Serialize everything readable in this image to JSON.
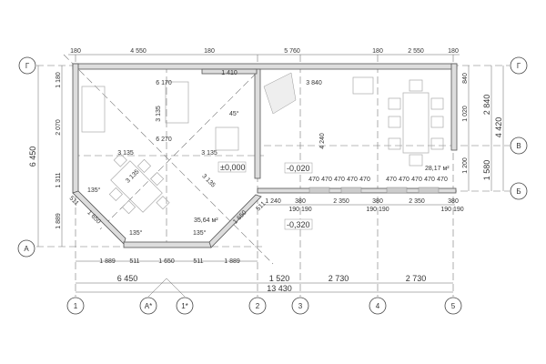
{
  "axes": {
    "rows": [
      "Г",
      "В",
      "Б",
      "А"
    ],
    "cols": [
      "1",
      "А*",
      "1*",
      "2",
      "3",
      "4",
      "5"
    ]
  },
  "dims": {
    "top": [
      "180",
      "4 550",
      "180",
      "5 760",
      "180",
      "2 550",
      "180"
    ],
    "left": [
      "6 450",
      "1 180",
      "2 070",
      "1 311",
      "1 889"
    ],
    "right": [
      "2 840",
      "4 420",
      "1 580",
      "840",
      "1 020",
      "1 200"
    ],
    "bottom1": [
      "1 889",
      "511",
      "1 650",
      "511",
      "1 889"
    ],
    "bottom2": [
      "6 450",
      "1 520",
      "2 730",
      "2 730"
    ],
    "overall": "13 430",
    "interior": [
      "6 170",
      "6 270",
      "3 135",
      "3 135",
      "3 135",
      "3 135",
      "3 135",
      "1 410",
      "3 840",
      "4 240",
      "1 240",
      "380",
      "2 350",
      "380",
      "2 350",
      "380",
      "190 190",
      "190 190",
      "190 190",
      "470",
      "470",
      "470",
      "470",
      "470",
      "470",
      "470",
      "470",
      "470",
      "470",
      "1 650",
      "1 650",
      "511",
      "511"
    ]
  },
  "angles": [
    "45°",
    "135°",
    "135°",
    "135°"
  ],
  "levels": [
    "±0,000",
    "-0,020",
    "-0,320"
  ],
  "areas": [
    "35,64 м²",
    "28,17 м²"
  ]
}
